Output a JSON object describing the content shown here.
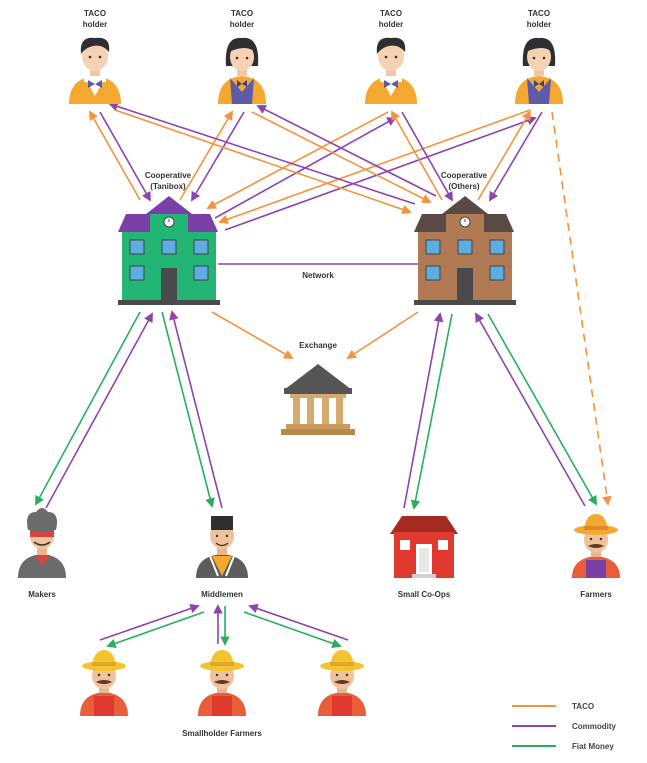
{
  "colors": {
    "taco": "#F5923E",
    "commodity": "#8E44AD",
    "fiat_money": "#27AE60",
    "coop_tanibox": "#22B573",
    "coop_tanibox_roof": "#7B3FA8",
    "coop_others": "#B07A54",
    "coop_others_roof": "#5A4A45",
    "small_coop": "#E03A2F"
  },
  "taco_holders": [
    {
      "line1": "TACO",
      "line2": "holder"
    },
    {
      "line1": "TACO",
      "line2": "holder"
    },
    {
      "line1": "TACO",
      "line2": "holder"
    },
    {
      "line1": "TACO",
      "line2": "holder"
    }
  ],
  "coop_tanibox": {
    "line1": "Cooperative",
    "line2": "(Tanibox)"
  },
  "coop_others": {
    "line1": "Cooperative",
    "line2": "(Others)"
  },
  "network_label": "Network",
  "exchange_label": "Exchange",
  "makers_label": "Makers",
  "middlemen_label": "Middlemen",
  "small_coops_label": "Small Co-Ops",
  "farmers_label": "Farmers",
  "smallholder_label": "Smallholder Farmers",
  "legend": [
    {
      "label": "TACO",
      "color": "#F5923E"
    },
    {
      "label": "Commodity",
      "color": "#8E44AD"
    },
    {
      "label": "Fiat Money",
      "color": "#27AE60"
    }
  ]
}
